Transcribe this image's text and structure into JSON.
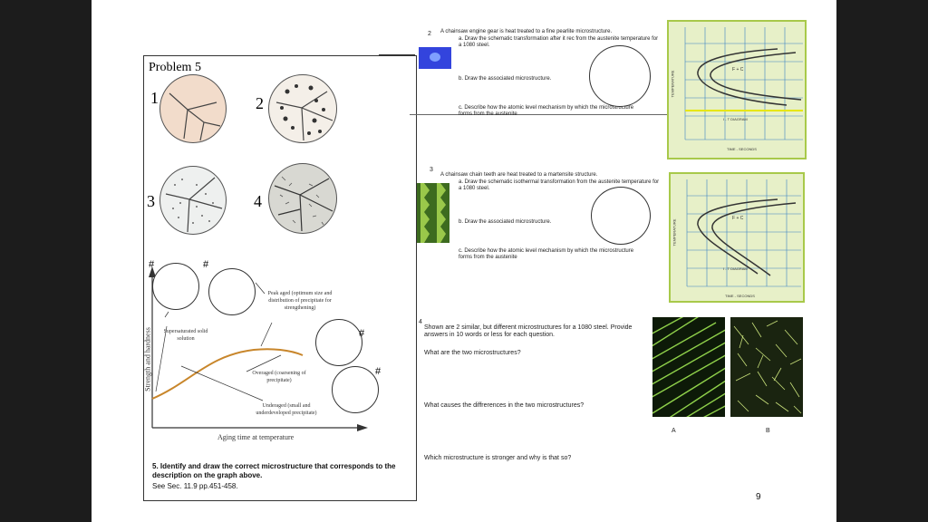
{
  "page_number": "9",
  "problem5": {
    "title": "Problem 5",
    "micro_numbers": [
      "1",
      "2",
      "3",
      "4"
    ],
    "hash": "#",
    "annotations": {
      "peak": "Peak aged (optimum size and distribution of precipitate for strengthening)",
      "supersaturated": "Supersaturated solid solution",
      "overaged": "Overaged (coarsening of precipitate)",
      "underaged": "Underaged (small and underdeveloped precipitate)"
    },
    "ylabel": "Strength and hardness",
    "xlabel": "Aging time at temperature",
    "instruction": "5. Identify and draw the correct microstructure that corresponds to the description on the graph above.",
    "reference": "See Sec. 11.9 pp.451-458."
  },
  "q2": {
    "number": "2",
    "line1": "A chainsaw engine gear is heat treated to a fine pearlite microstructure.",
    "line2": "a. Draw the schematic transformation after it rec from the austenite temperature for a 1080 steel.",
    "line3": "b. Draw the associated microstructure.",
    "line4": "c. Describe how the atomic level mechanism by which the microstructure forms from the austenite"
  },
  "q3": {
    "number": "3",
    "line1": "A chainsaw chain teeth are heat treated to a martensite structure.",
    "line2": "a. Draw the schematic isothermal transformation from the austenite temperature for a 1080 steel.",
    "line3": "b. Draw the associated microstructure.",
    "line4": "c. Describe how the atomic level mechanism by which the microstructure forms from the austenite"
  },
  "q4": {
    "number": "4",
    "intro": "Shown are 2 similar, but different microstructures for a 1080 steel. Provide answers in 10 words or less for each question.",
    "qa": "What are the two microstructures?",
    "qb": "What causes the diffrerences in the two microstructures?",
    "qc": "Which microstructure is stronger and why is that so?",
    "label_a": "A",
    "label_b": "B"
  },
  "ttt_labels": {
    "temperature": "TEMPERATURE",
    "phase": "F + C",
    "diagram": "I - T DIAGRAM",
    "time": "TIME - SECONDS"
  },
  "colors": {
    "ttt_bg": "#e7f0c8",
    "ttt_line": "#3b82c4",
    "curve": "#c8862b"
  }
}
